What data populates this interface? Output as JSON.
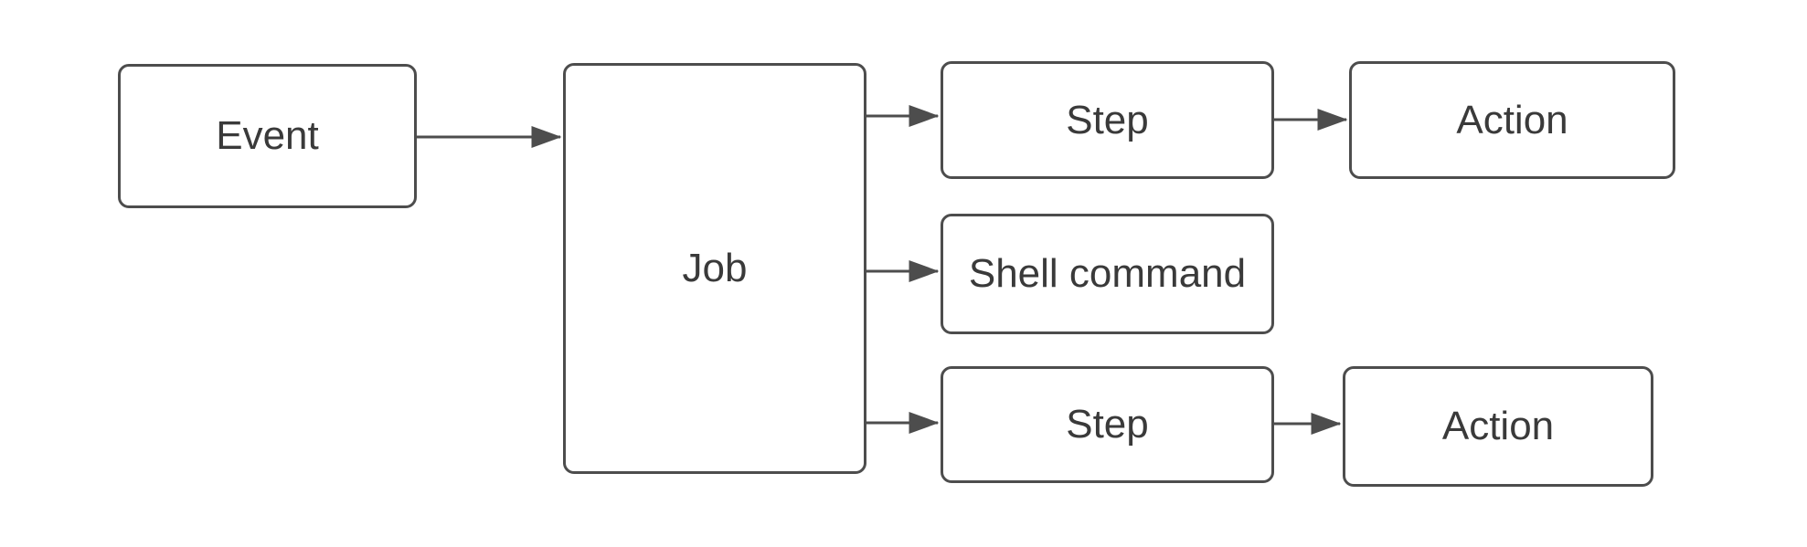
{
  "diagram": {
    "type": "flowchart",
    "colors": {
      "background": "#ffffff",
      "node_fill": "#ffffff",
      "stroke": "#4d4d4d",
      "text": "#3a3a3a"
    },
    "nodes": {
      "event": {
        "label": "Event"
      },
      "job": {
        "label": "Job"
      },
      "step_top": {
        "label": "Step"
      },
      "shell_command": {
        "label": "Shell command"
      },
      "step_bottom": {
        "label": "Step"
      },
      "action_top": {
        "label": "Action"
      },
      "action_bottom": {
        "label": "Action"
      }
    },
    "edges": [
      {
        "from": "event",
        "to": "job"
      },
      {
        "from": "job",
        "to": "step_top"
      },
      {
        "from": "job",
        "to": "shell_command"
      },
      {
        "from": "job",
        "to": "step_bottom"
      },
      {
        "from": "step_top",
        "to": "action_top"
      },
      {
        "from": "step_bottom",
        "to": "action_bottom"
      }
    ]
  }
}
